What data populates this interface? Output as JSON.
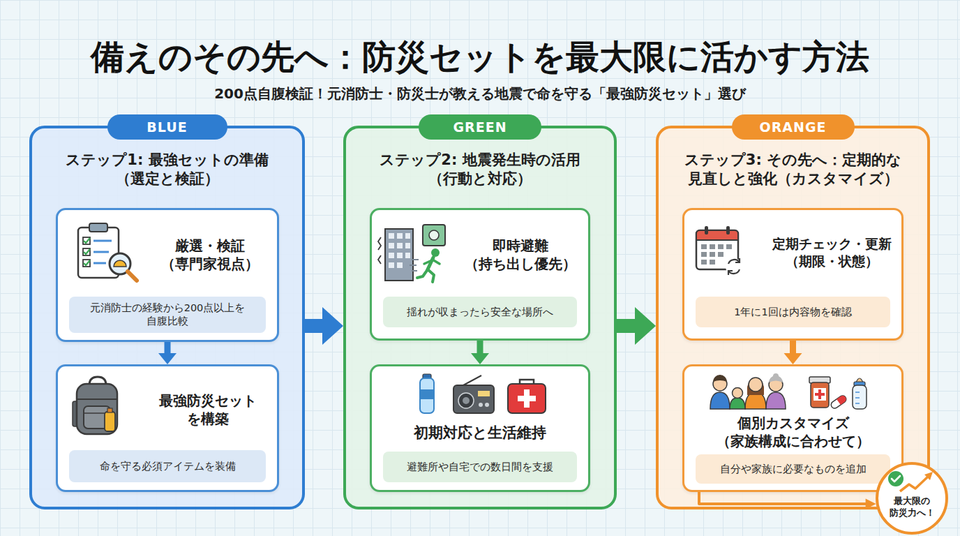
{
  "diagram": {
    "title": "備えのその先へ：防災セットを最大限に活かす方法",
    "nodes": [
      {
        "text": [
          "BLUE",
          "ステップ1: 最強セットの準備 （選定と検証）"
        ]
      },
      {
        "text": [
          "厳選・検証 （専門家視点）",
          "元消防士の経験から200点以上を 自腹比較"
        ],
        "in": 0
      },
      {
        "text": [
          "最強防災セット を構築",
          "命を守る必須アイテムを装備"
        ],
        "in": 0
      },
      {
        "text": [
          "GREEN",
          "ステップ2: 地震発生時の活用 （行動と対応）"
        ]
      },
      {
        "text": [
          "即時避難 （持ち出し優先）",
          "揺れが収まったら安全な場所へ"
        ],
        "in": 3
      },
      {
        "text": [
          "初期対応と生活維持",
          "避難所や自宅での数日間を支援"
        ],
        "in": 3
      },
      {
        "text": [
          "ORANGE",
          "ステップ3: その先へ：定期的な 見直しと強化（カスタマイズ）"
        ]
      },
      {
        "text": [
          "定期チェック・更新 （期限・状態）",
          "1年に1回は内容物を確認"
        ],
        "in": 6
      },
      {
        "text": [
          "個別カスタマイズ （家族構成に合わせて）",
          "自分や家族に必要なものを追加"
        ],
        "in": 6
      },
      {
        "text": [
          "最大限の 防災力へ！"
        ]
      }
    ],
    "edges": [
      {
        "from": 1,
        "to": 2,
        "arrow": "to"
      },
      {
        "from": 0,
        "to": 3,
        "arrow": "to"
      },
      {
        "from": 4,
        "to": 5,
        "arrow": "to"
      },
      {
        "from": 3,
        "to": 6,
        "arrow": "to"
      },
      {
        "from": 7,
        "to": 8,
        "arrow": "to"
      },
      {
        "from": 8,
        "to": 9,
        "arrow": "to"
      }
    ],
    "labels": [
      "200点自腹検証！元消防士・防災士が教える地震で命を守る「最強防災セット」選び"
    ]
  }
}
